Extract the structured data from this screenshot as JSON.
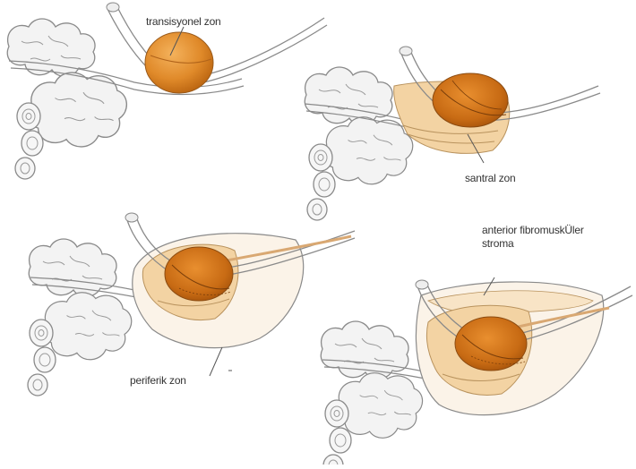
{
  "diagram": {
    "panels": [
      {
        "id": "transition",
        "label": "transisyonel zon"
      },
      {
        "id": "central",
        "label": "santral zon"
      },
      {
        "id": "peripheral",
        "label": "periferik zon"
      },
      {
        "id": "stroma",
        "label_line1": "anterior fibromuskÜler",
        "label_line2": "stroma"
      }
    ],
    "colors": {
      "gland_orange": "#E08A2A",
      "gland_dark": "#C46A14",
      "zone_peach": "#F3D3A3",
      "zone_light": "#F8E4C6",
      "outline": "#8a8a8a",
      "tissue": "#F1F1F1"
    }
  }
}
